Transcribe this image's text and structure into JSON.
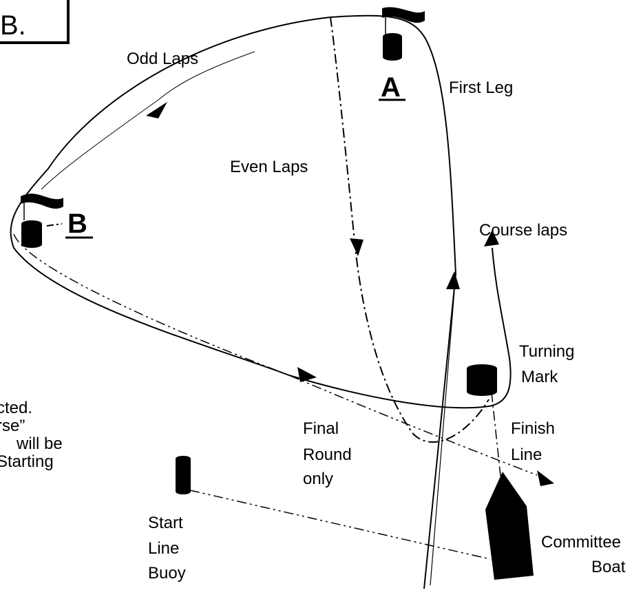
{
  "title": "B.",
  "marks": {
    "a": "A",
    "b": "B"
  },
  "labels": {
    "odd_laps": "Odd Laps",
    "first_leg": "First Leg",
    "even_laps": "Even Laps",
    "course_laps": "Course laps",
    "turning_mark": [
      "Turning",
      "Mark"
    ],
    "finish_line": [
      "Finish",
      "Line"
    ],
    "final_round": [
      "Final",
      "Round",
      "only"
    ],
    "start_line_buoy": [
      "Start",
      "Line",
      "Buoy"
    ],
    "committee_boat": [
      "Committee",
      "Boat"
    ]
  },
  "left_text_fragments": [
    "cted.",
    "rse”",
    "will be",
    "Starting"
  ],
  "colors": {
    "ink": "#000000",
    "background": "#ffffff"
  }
}
